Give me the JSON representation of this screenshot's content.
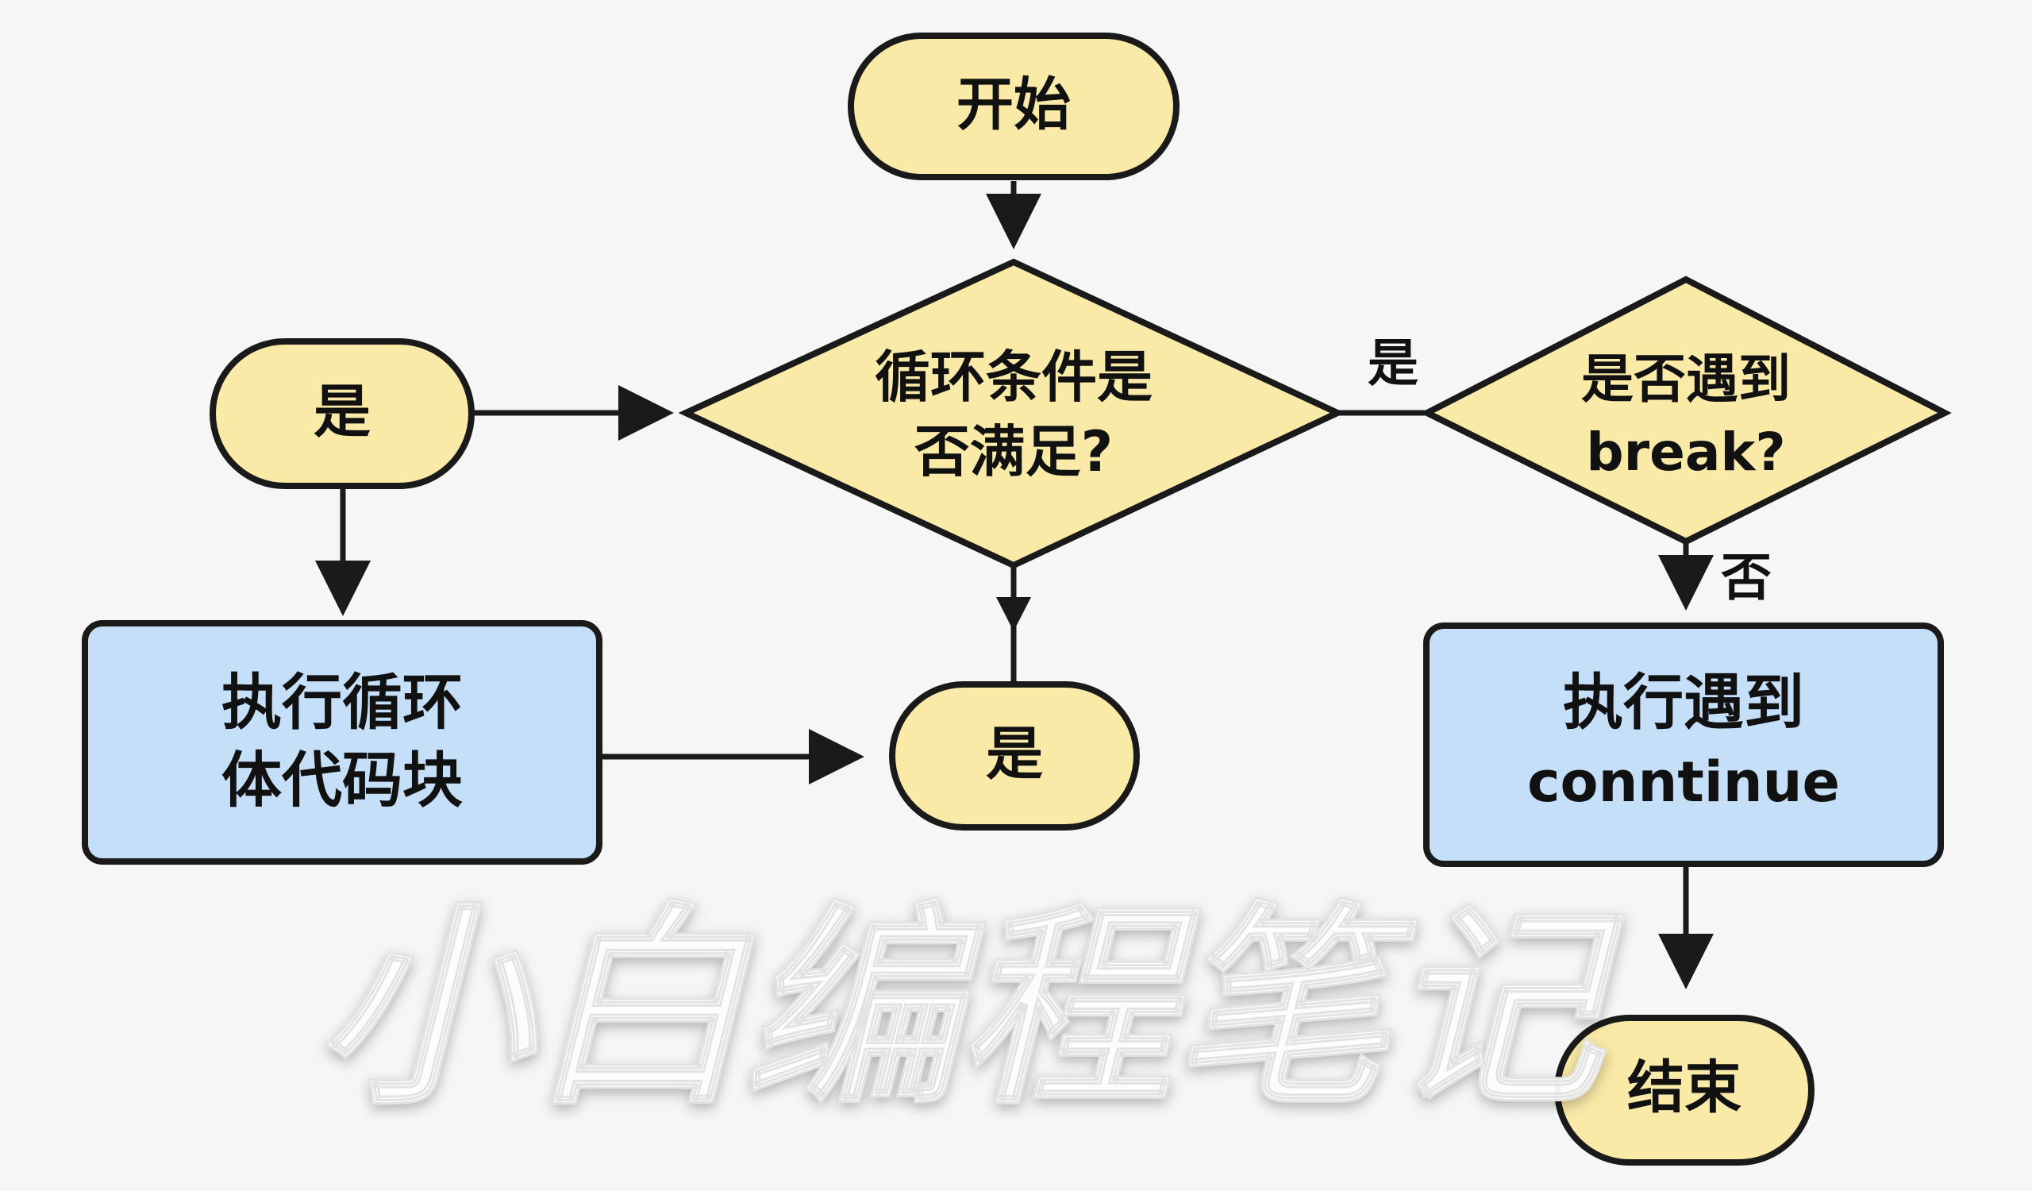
{
  "colors": {
    "background": "#f6f6f6",
    "terminal_fill": "#faeaa7",
    "decision_fill": "#faeaa7",
    "process_fill": "#c5dff8",
    "stroke": "#1a1a1a",
    "watermark": "#ffffff"
  },
  "nodes": {
    "start": {
      "label": "开始"
    },
    "yes_left": {
      "label": "是"
    },
    "loop_condition": {
      "line1": "循环条件是",
      "line2": "否满足?"
    },
    "break_check": {
      "line1": "是否遇到",
      "line2": "break?"
    },
    "loop_body": {
      "line1": "执行循环",
      "line2": "体代码块"
    },
    "yes_center": {
      "label": "是"
    },
    "continue_box": {
      "line1": "执行遇到",
      "line2": "conntinue"
    },
    "end": {
      "label": "结束"
    }
  },
  "edges": {
    "condition_to_break_label": "是",
    "break_to_continue_label": "否"
  },
  "watermark": {
    "text": "小白编程笔记"
  }
}
